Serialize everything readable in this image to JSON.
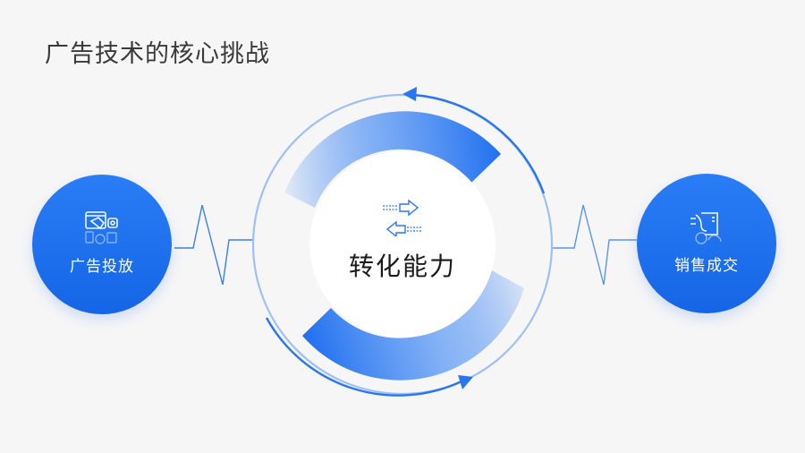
{
  "title": "广告技术的核心挑战",
  "left_node": {
    "label": "广告投放",
    "icon": "ad-placement-icon"
  },
  "center_node": {
    "label": "转化能力",
    "icon": "exchange-arrows-icon"
  },
  "right_node": {
    "label": "销售成交",
    "icon": "sales-deal-icon"
  },
  "colors": {
    "primary": "#1e6ff0",
    "ring_light": "#a9c8f8",
    "background": "#f6f6f7"
  }
}
